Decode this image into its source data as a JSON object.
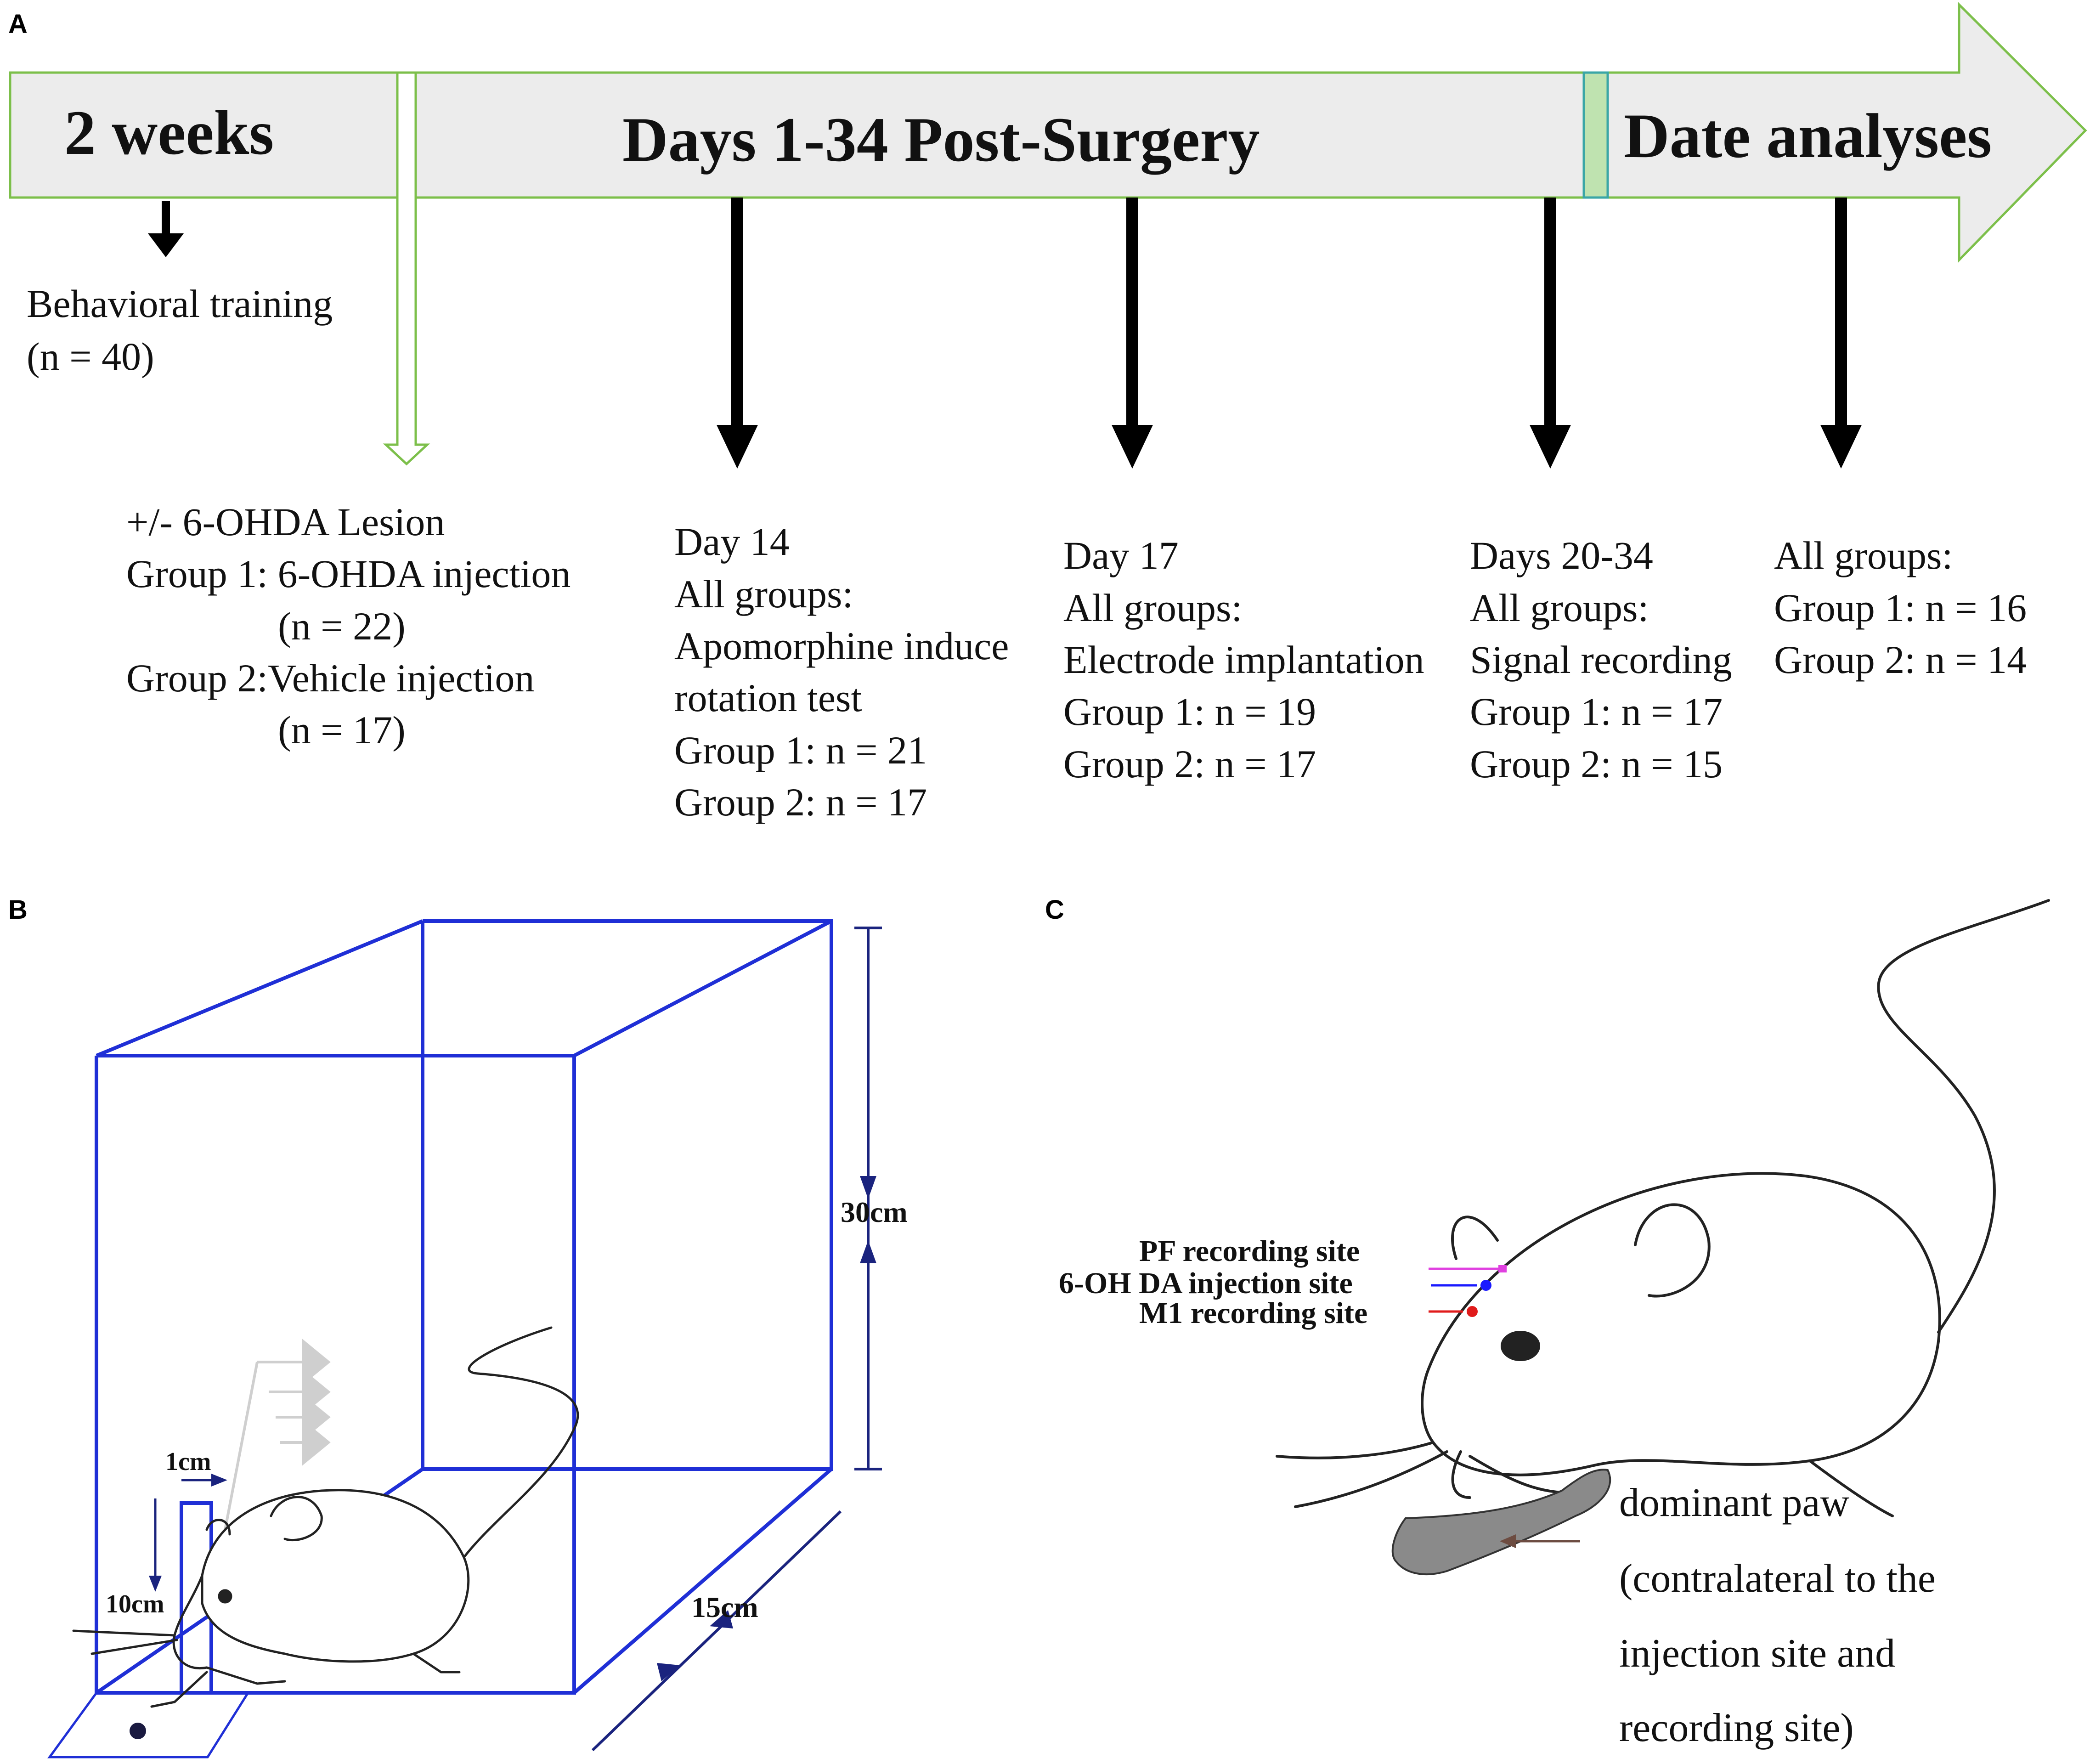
{
  "panels": {
    "a": "A",
    "b": "B",
    "c": "C"
  },
  "timeline": {
    "phase_1": "2 weeks",
    "phase_2": "Days 1-34 Post-Surgery",
    "phase_3": "Date analyses"
  },
  "steps": {
    "training": [
      "Behavioral training",
      "(n = 40)"
    ],
    "lesion": [
      "+/- 6-OHDA Lesion",
      "Group 1: 6-OHDA injection",
      "(n = 22)",
      "Group 2:Vehicle injection",
      "(n = 17)"
    ],
    "day14": [
      "Day 14",
      "All groups:",
      "Apomorphine induce",
      "rotation test",
      "Group 1: n = 21",
      "Group 2: n = 17"
    ],
    "day17": [
      "Day 17",
      "All groups:",
      "Electrode implantation",
      "Group 1: n = 19",
      "Group 2: n = 17"
    ],
    "days20_34": [
      "Days 20-34",
      "All groups:",
      "Signal recording",
      "Group 1: n = 17",
      "Group 2: n = 15"
    ],
    "analyses": [
      "All groups:",
      "Group 1: n = 16",
      "Group 2: n = 14"
    ]
  },
  "apparatus": {
    "height": "30cm",
    "depth": "15cm",
    "slot_width": "1cm",
    "slot_height": "10cm"
  },
  "mouse_labels": {
    "pf": "PF recording site",
    "injection": "6-OH DA injection site",
    "m1": "M1 recording site",
    "paw": [
      "dominant paw",
      "(contralateral to the",
      "injection site and",
      "recording site)"
    ]
  },
  "colors": {
    "banner_fill": "#ececec",
    "banner_stroke": "#7cbf4a",
    "box": "#1f2fd6",
    "dim_arrow": "#1a237e",
    "pf_marker": "#e040e0",
    "injection_marker": "#1a1aff",
    "m1_marker": "#e01b1b"
  }
}
